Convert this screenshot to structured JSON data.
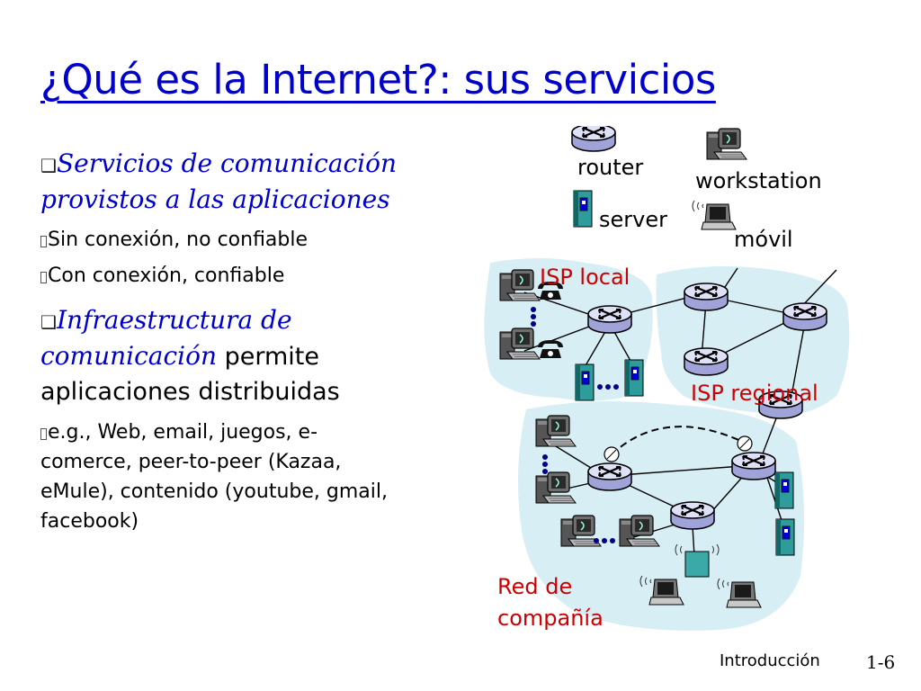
{
  "title": "¿Qué es la Internet?: sus servicios",
  "bullets": {
    "b1_line1": "Servicios de comunicación",
    "b1_line2": "provistos a las aplicaciones",
    "b1_sub1": "Sin conexión, no confiable",
    "b1_sub2": "Con conexión, confiable",
    "b2_line1": "Infraestructura de",
    "b2_line2_italic": "comunicación",
    "b2_line2_rest": " permite",
    "b2_line3": "aplicaciones distribuidas",
    "b2_sub_line1": "e.g., Web, email, juegos, e-",
    "b2_sub_line2": "comerce,  peer-to-peer (Kazaa,",
    "b2_sub_line3": "eMule), contenido (youtube, gmail,",
    "b2_sub_line4": "facebook)"
  },
  "legend": {
    "router": "router",
    "workstation": "workstation",
    "server": "server",
    "mobile": "móvil"
  },
  "regions": {
    "isp_local": "ISP local",
    "isp_regional": "ISP regional",
    "company_line1": "Red de",
    "company_line2": "compañía"
  },
  "footer": {
    "section": "Introducción",
    "page": "1-6"
  },
  "colors": {
    "title": "#0000cc",
    "region_fill": "#d7eef5",
    "region_label_red": "#cc0000",
    "router_fill": "#cfd2ef",
    "server_fill": "#2f9c9c",
    "ellipsis": "#000088"
  }
}
